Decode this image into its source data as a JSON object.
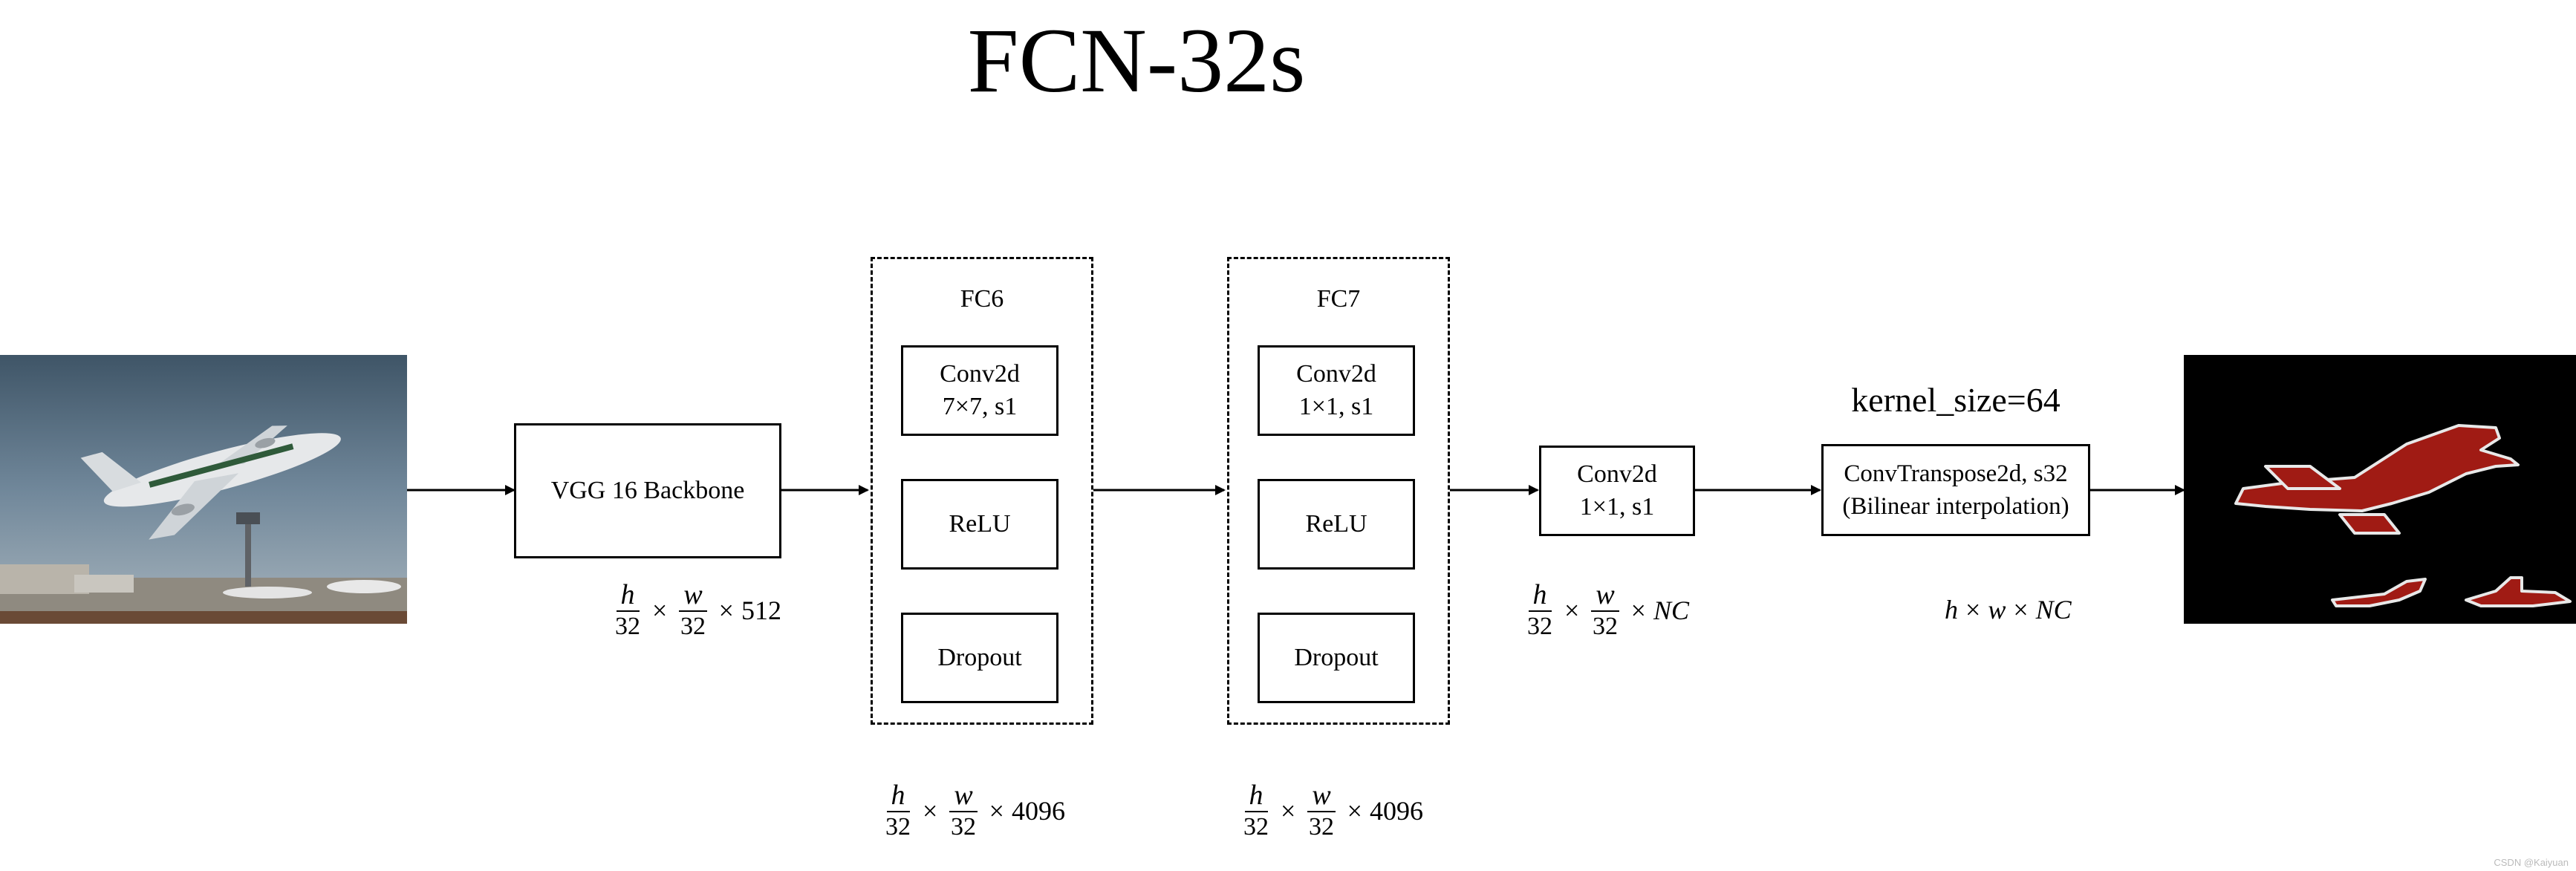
{
  "title": "FCN-32s",
  "backbone": {
    "label": "VGG 16 Backbone"
  },
  "fc6": {
    "label": "FC6",
    "conv_line1": "Conv2d",
    "conv_line2": "7×7, s1",
    "relu": "ReLU",
    "dropout": "Dropout"
  },
  "fc7": {
    "label": "FC7",
    "conv_line1": "Conv2d",
    "conv_line2": "1×1, s1",
    "relu": "ReLU",
    "dropout": "Dropout"
  },
  "classifier": {
    "line1": "Conv2d",
    "line2": "1×1, s1"
  },
  "upsample": {
    "line1": "ConvTranspose2d, s32",
    "line2": "(Bilinear interpolation)",
    "kernel_label": "kernel_size=64"
  },
  "dims": {
    "backbone": {
      "num1": "h",
      "den1": "32",
      "num2": "w",
      "den2": "32",
      "channels": "512"
    },
    "fc6": {
      "num1": "h",
      "den1": "32",
      "num2": "w",
      "den2": "32",
      "channels": "4096"
    },
    "fc7": {
      "num1": "h",
      "den1": "32",
      "num2": "w",
      "den2": "32",
      "channels": "4096"
    },
    "classifier": {
      "num1": "h",
      "den1": "32",
      "num2": "w",
      "den2": "32",
      "channels": "NC"
    },
    "output": {
      "h": "h",
      "w": "w",
      "channels": "NC"
    }
  },
  "operators": {
    "times": "×"
  },
  "colors": {
    "mask_fg": "#a01b14",
    "mask_outline": "#e8e8e8",
    "mask_bg": "#000000",
    "sky": "#6f8596"
  },
  "watermark": "CSDN @Kaiyuan"
}
